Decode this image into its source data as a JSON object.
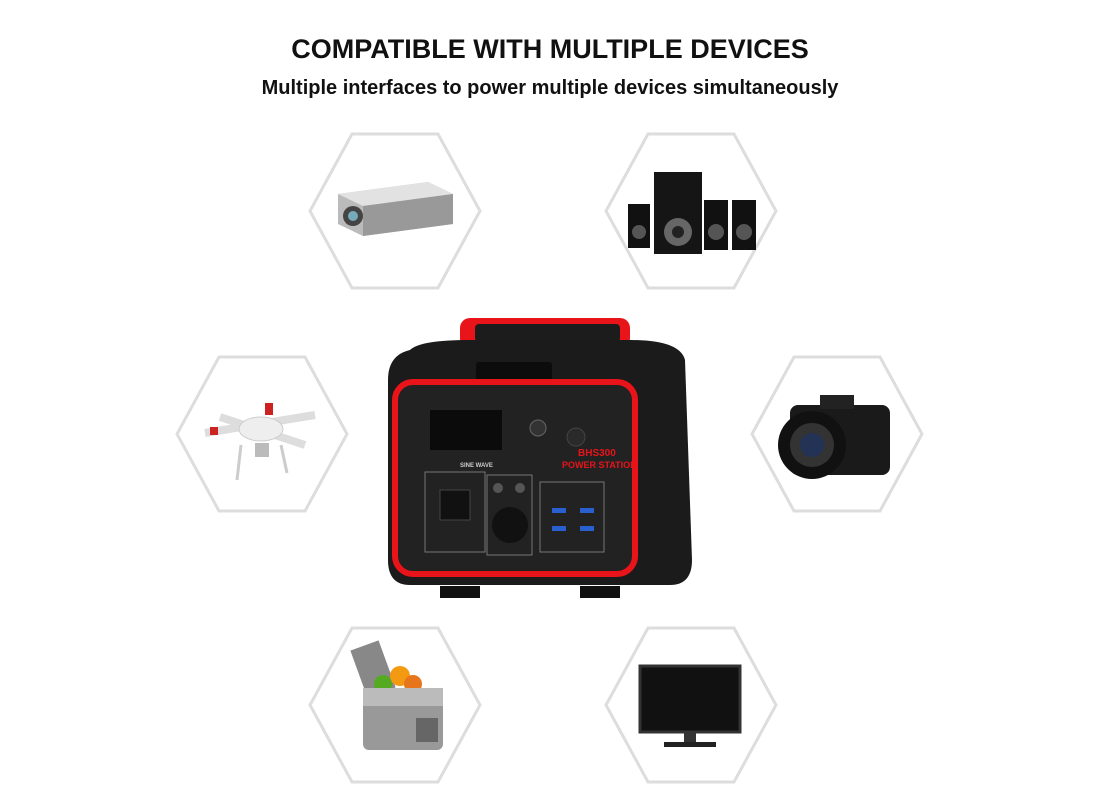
{
  "header": {
    "title": "COMPATIBLE WITH MULTIPLE DEVICES",
    "subtitle": "Multiple interfaces to power multiple devices simultaneously"
  },
  "product": {
    "model": "BHS300",
    "name": "POWER STATION",
    "sine_wave": "SINE WAVE",
    "brand_color": "#e8141a"
  },
  "devices": [
    {
      "icon": "projector-icon"
    },
    {
      "icon": "speakers-icon"
    },
    {
      "icon": "drone-icon"
    },
    {
      "icon": "camera-icon"
    },
    {
      "icon": "cooler-icon"
    },
    {
      "icon": "monitor-icon"
    }
  ]
}
